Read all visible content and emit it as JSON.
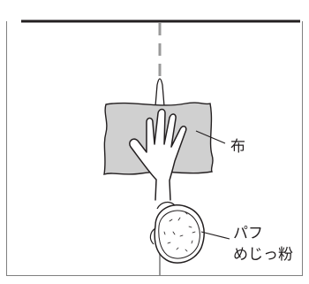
{
  "labels": {
    "cloth": "布",
    "puff_line1": "パフ",
    "puff_line2": "めじっ粉"
  },
  "colors": {
    "ink": "#231f20",
    "cloth_fill": "#d0d0d0",
    "frame": "#7f7f7f",
    "guide_line": "#9a9a9a",
    "puff_fill": "#ffffff"
  }
}
